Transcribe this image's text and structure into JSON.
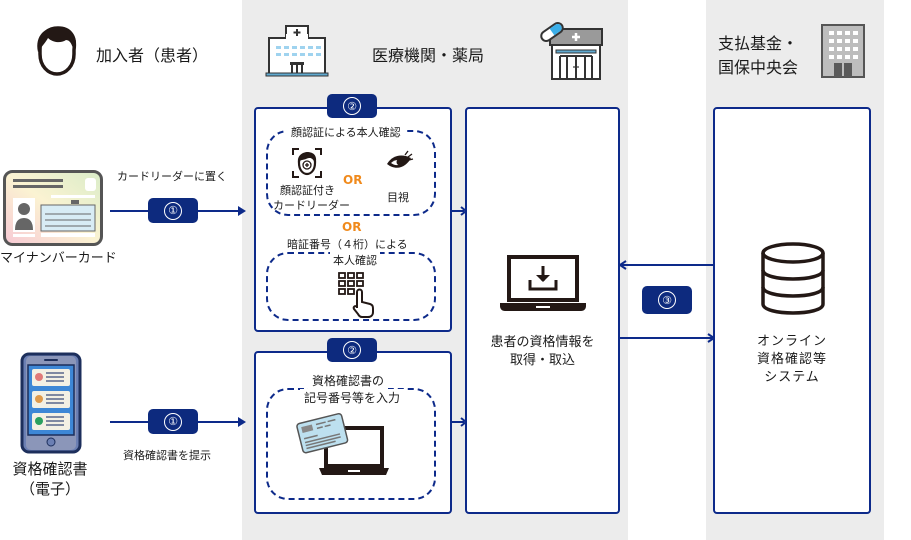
{
  "colors": {
    "accent": "#0d2a8a",
    "badge": "#0d2a7e",
    "or_text": "#f08a1c",
    "lane_bg": "#ececec"
  },
  "actors": {
    "patient": {
      "label": "加入者（患者）",
      "icon": "person-icon"
    },
    "provider": {
      "label": "医療機関・薬局",
      "icons": [
        "hospital-icon",
        "pharmacy-icon"
      ]
    },
    "payer": {
      "label_line1": "支払基金・",
      "label_line2": "国保中央会",
      "icon": "office-building-icon"
    }
  },
  "inputs": {
    "mynumber_card": {
      "label": "マイナンバーカード",
      "icon": "mynumber-card-icon"
    },
    "e_certificate": {
      "label_line1": "資格確認書",
      "label_line2": "（電子）",
      "icon": "smartphone-certificate-icon"
    }
  },
  "steps": {
    "step1_card": {
      "badge": "①",
      "caption": "カードリーダーに置く"
    },
    "step1_cert": {
      "badge": "①",
      "caption": "資格確認書を提示"
    },
    "step2_card": {
      "badge": "②",
      "face_auth_title": "顔認証による本人確認",
      "face_reader_label_line1": "顔認証付き",
      "face_reader_label_line2": "カードリーダー",
      "visual_check_label": "目視",
      "or_label": "OR",
      "pin_title_line1": "暗証番号（４桁）による",
      "pin_title_line2": "本人確認"
    },
    "step2_cert": {
      "badge": "②",
      "title_line1": "資格確認書の",
      "title_line2": "記号番号等を入力"
    },
    "step3": {
      "badge": "③"
    }
  },
  "provider_system": {
    "label_line1": "患者の資格情報を",
    "label_line2": "取得・取込",
    "icon": "laptop-download-icon"
  },
  "payer_system": {
    "label_line1": "オンライン",
    "label_line2": "資格確認等",
    "label_line3": "システム",
    "icon": "database-icon"
  }
}
